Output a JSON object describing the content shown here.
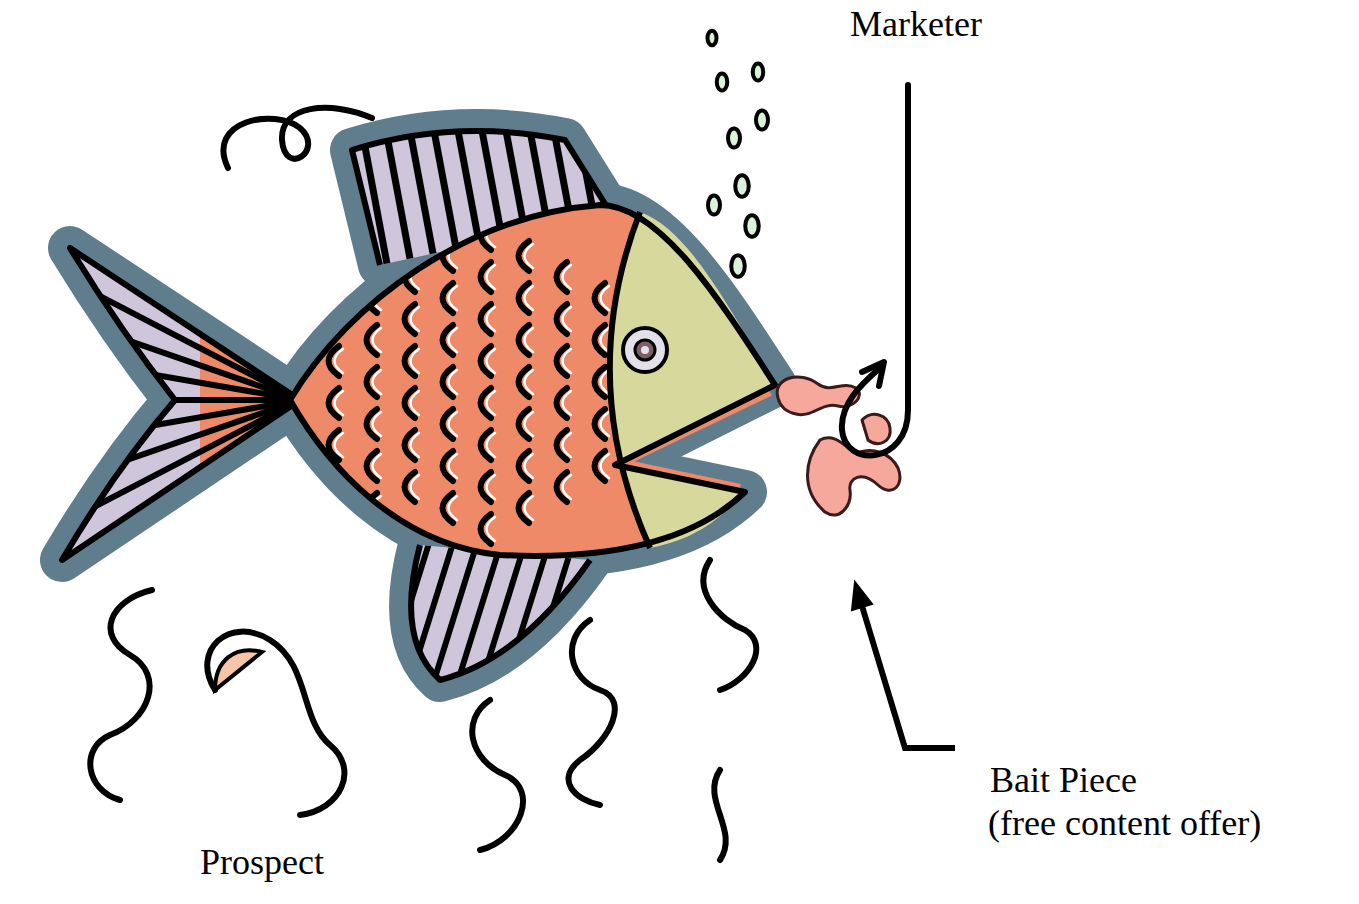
{
  "diagram": {
    "labels": [
      "Marketer",
      "Bait Piece",
      "(free content offer)",
      "Prospect"
    ]
  }
}
